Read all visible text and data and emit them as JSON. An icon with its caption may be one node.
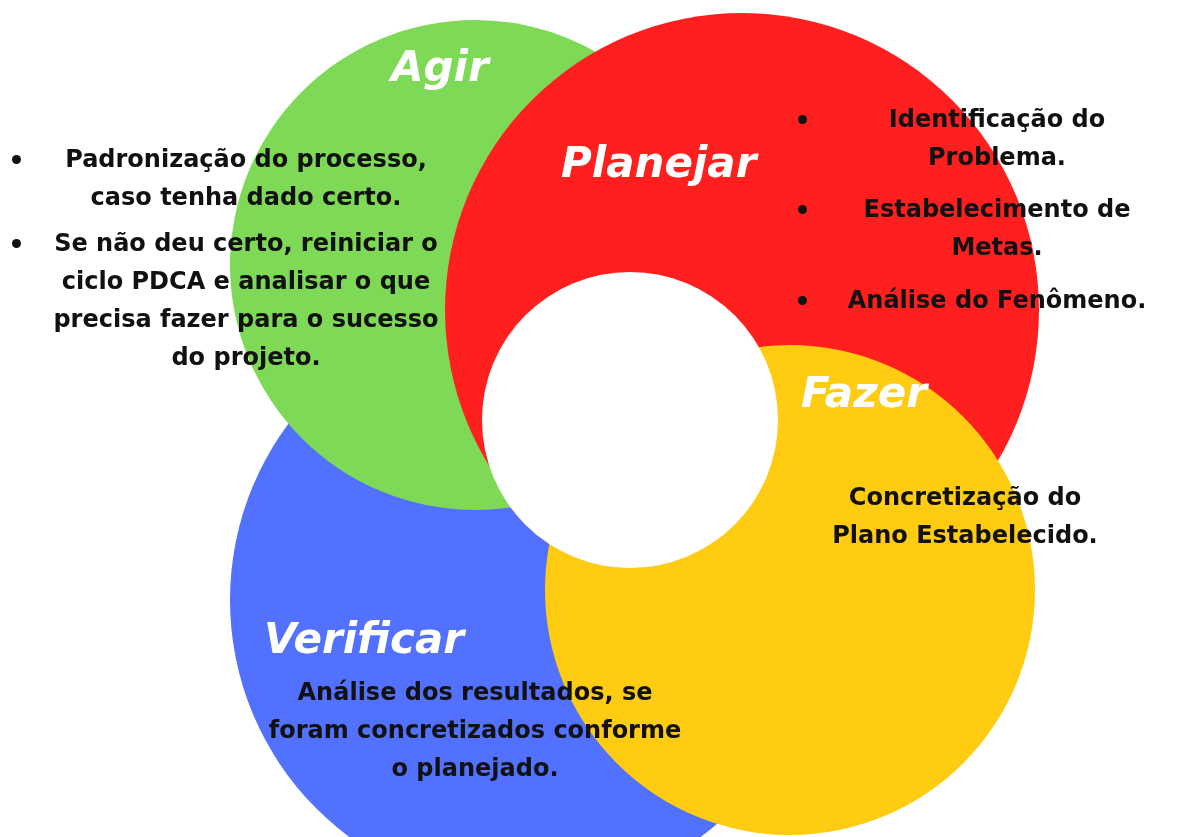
{
  "diagram": {
    "nodes": [
      {
        "text": [
          "Agir",
          "Padronização do processo, caso tenha dado certo.",
          "Se não deu certo, reiniciar o ciclo PDCA e analisar o que precisa fazer para o sucesso do projeto."
        ]
      },
      {
        "text": [
          "Planejar",
          "Identificação do Problema.",
          "Estabelecimento de Metas.",
          "Análise do Fenômeno."
        ]
      },
      {
        "text": [
          "Fazer",
          "Concretização do Plano Estabelecido."
        ]
      },
      {
        "text": [
          "Verificar",
          "Análise dos resultados, se foram concretizados conforme o planejado."
        ]
      }
    ],
    "edges": []
  }
}
